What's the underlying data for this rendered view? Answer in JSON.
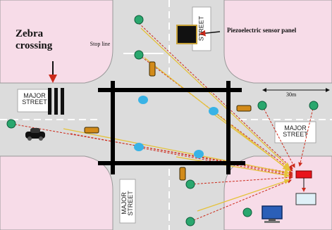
{
  "labels": {
    "zebra_crossing": "Zebra crossing",
    "stop_line": "Stop line",
    "piezo_sensor": "Piezoelectric sensor panel",
    "distance": "30m",
    "street_top": "STREET",
    "street_west": "MAJOR STREET",
    "street_east": "MAJOR STREET",
    "street_south": "MAJOR STREET"
  },
  "colors": {
    "sidewalk": "#f7dce8",
    "road": "#dcdcdc",
    "crossing_box": "#000000",
    "sensor_dot": "#39b3e6",
    "node": "#2aa76e",
    "signal_box": "#e8131b",
    "monitor": "#2b5fb8",
    "arrow_red": "#cc2a1b",
    "arrow_yellow": "#e5c23a"
  },
  "icons": [
    "car-icon",
    "traffic-light-icon",
    "monitor-icon",
    "sensor-panel-icon",
    "controller-box-icon",
    "node-icon",
    "pedestrian-icon"
  ]
}
